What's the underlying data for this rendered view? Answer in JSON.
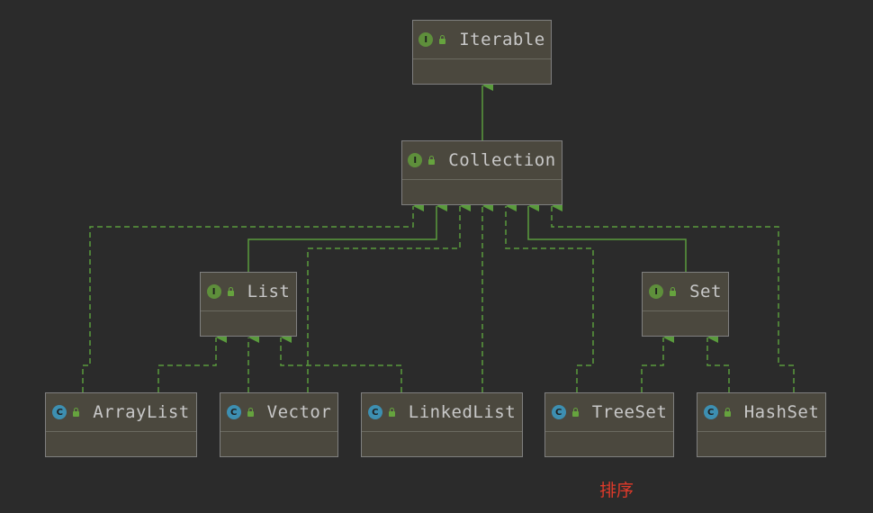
{
  "nodes": {
    "iterable": {
      "name": "Iterable",
      "kind": "I"
    },
    "collection": {
      "name": "Collection",
      "kind": "I"
    },
    "list": {
      "name": "List",
      "kind": "I"
    },
    "set": {
      "name": "Set",
      "kind": "I"
    },
    "arraylist": {
      "name": "ArrayList",
      "kind": "C"
    },
    "vector": {
      "name": "Vector",
      "kind": "C"
    },
    "linkedlist": {
      "name": "LinkedList",
      "kind": "C"
    },
    "treeset": {
      "name": "TreeSet",
      "kind": "C"
    },
    "hashset": {
      "name": "HashSet",
      "kind": "C"
    }
  },
  "note": "排序",
  "colors": {
    "background": "#2b2b2b",
    "node_fill": "#4b483e",
    "edge": "#5a9b3d",
    "interface_badge": "#5e8f3b",
    "class_badge": "#3d8fb1",
    "note": "#e03a2a"
  }
}
